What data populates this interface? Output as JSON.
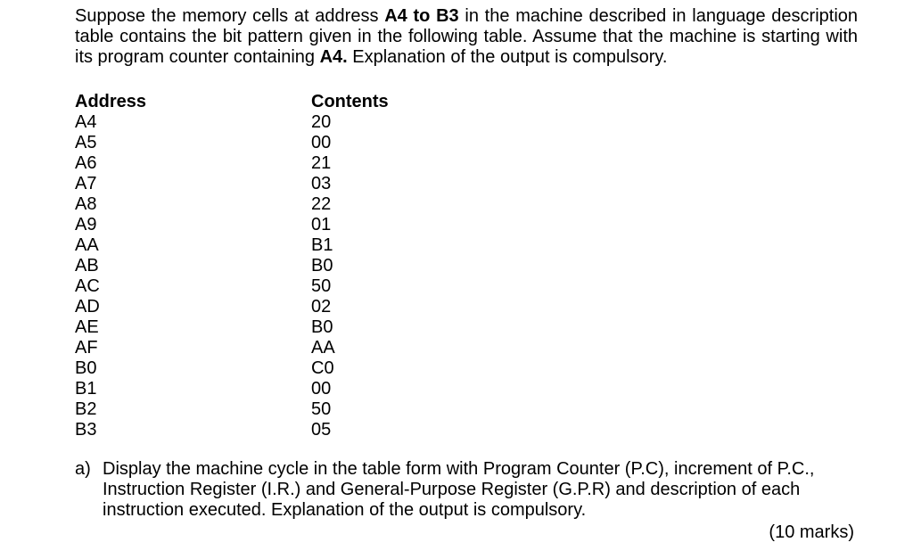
{
  "page": {
    "background": "#ffffff",
    "text_color": "#000000"
  },
  "intro_paragraph": {
    "part1": "Suppose the memory cells at address ",
    "bold_range": "A4 to B3",
    "part2": " in the machine described in language description table contains the bit pattern given in the following table. Assume that the machine is starting with its program counter containing ",
    "bold_start_address": "A4.",
    "part3": " Explanation of the output is compulsory."
  },
  "memory_table": {
    "headers": {
      "address": "Address",
      "contents": "Contents"
    },
    "rows": [
      {
        "address": "A4",
        "contents": "20"
      },
      {
        "address": "A5",
        "contents": "00"
      },
      {
        "address": "A6",
        "contents": "21"
      },
      {
        "address": "A7",
        "contents": "03"
      },
      {
        "address": "A8",
        "contents": "22"
      },
      {
        "address": "A9",
        "contents": "01"
      },
      {
        "address": "AA",
        "contents": "B1"
      },
      {
        "address": "AB",
        "contents": "B0"
      },
      {
        "address": "AC",
        "contents": "50"
      },
      {
        "address": "AD",
        "contents": "02"
      },
      {
        "address": "AE",
        "contents": "B0"
      },
      {
        "address": "AF",
        "contents": "AA"
      },
      {
        "address": "B0",
        "contents": "C0"
      },
      {
        "address": "B1",
        "contents": "00"
      },
      {
        "address": "B2",
        "contents": "50"
      },
      {
        "address": "B3",
        "contents": "05"
      }
    ]
  },
  "question_a": {
    "marker": "a)",
    "text": "Display the machine cycle in the table form with Program Counter (P.C), increment of P.C., Instruction Register (I.R.) and General-Purpose Register (G.P.R) and description of each instruction executed. Explanation of the output is compulsory.",
    "marks": "(10 marks)"
  }
}
